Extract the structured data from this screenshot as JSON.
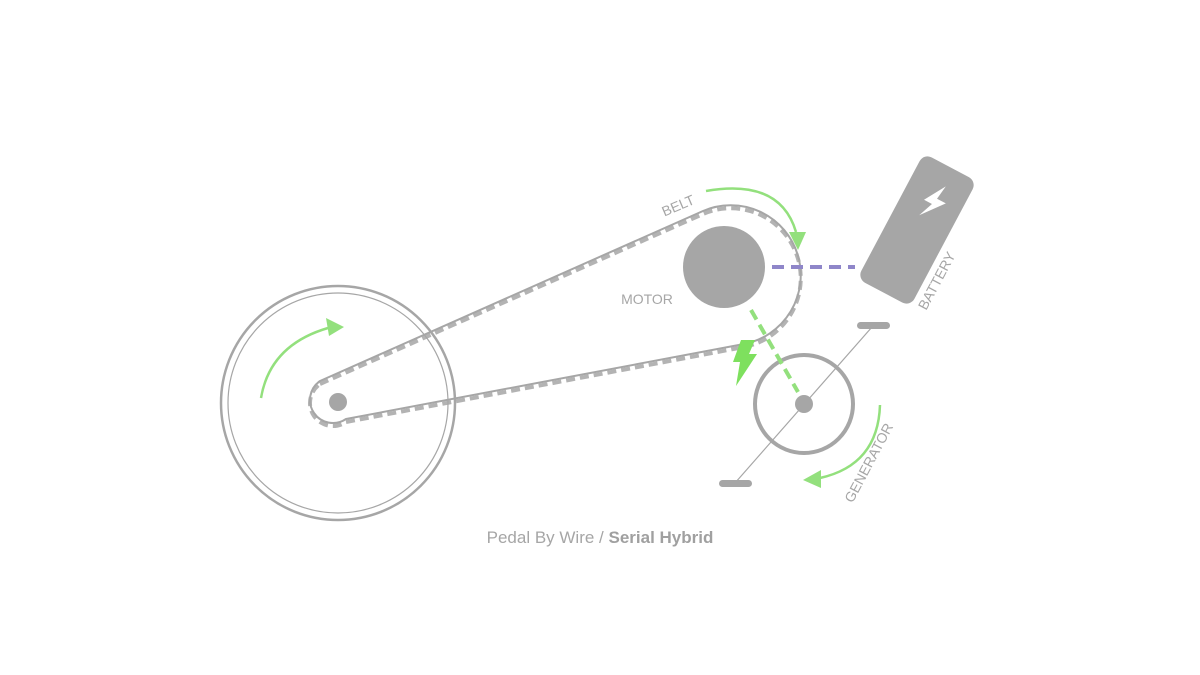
{
  "labels": {
    "belt": "BELT",
    "motor": "MOTOR",
    "battery": "BATTERY",
    "generator": "GENERATOR"
  },
  "caption": {
    "main": "Pedal By Wire",
    "separator": " / ",
    "bold": "Serial Hybrid"
  },
  "colors": {
    "component_gray": "#a6a6a6",
    "arrow_green": "#93e07d",
    "bolt_green": "#7ee05e",
    "data_link_purple": "#8f86c9",
    "background": "#ffffff"
  },
  "icons": {
    "battery": "battery-icon",
    "bolt": "lightning-bolt-icon"
  }
}
